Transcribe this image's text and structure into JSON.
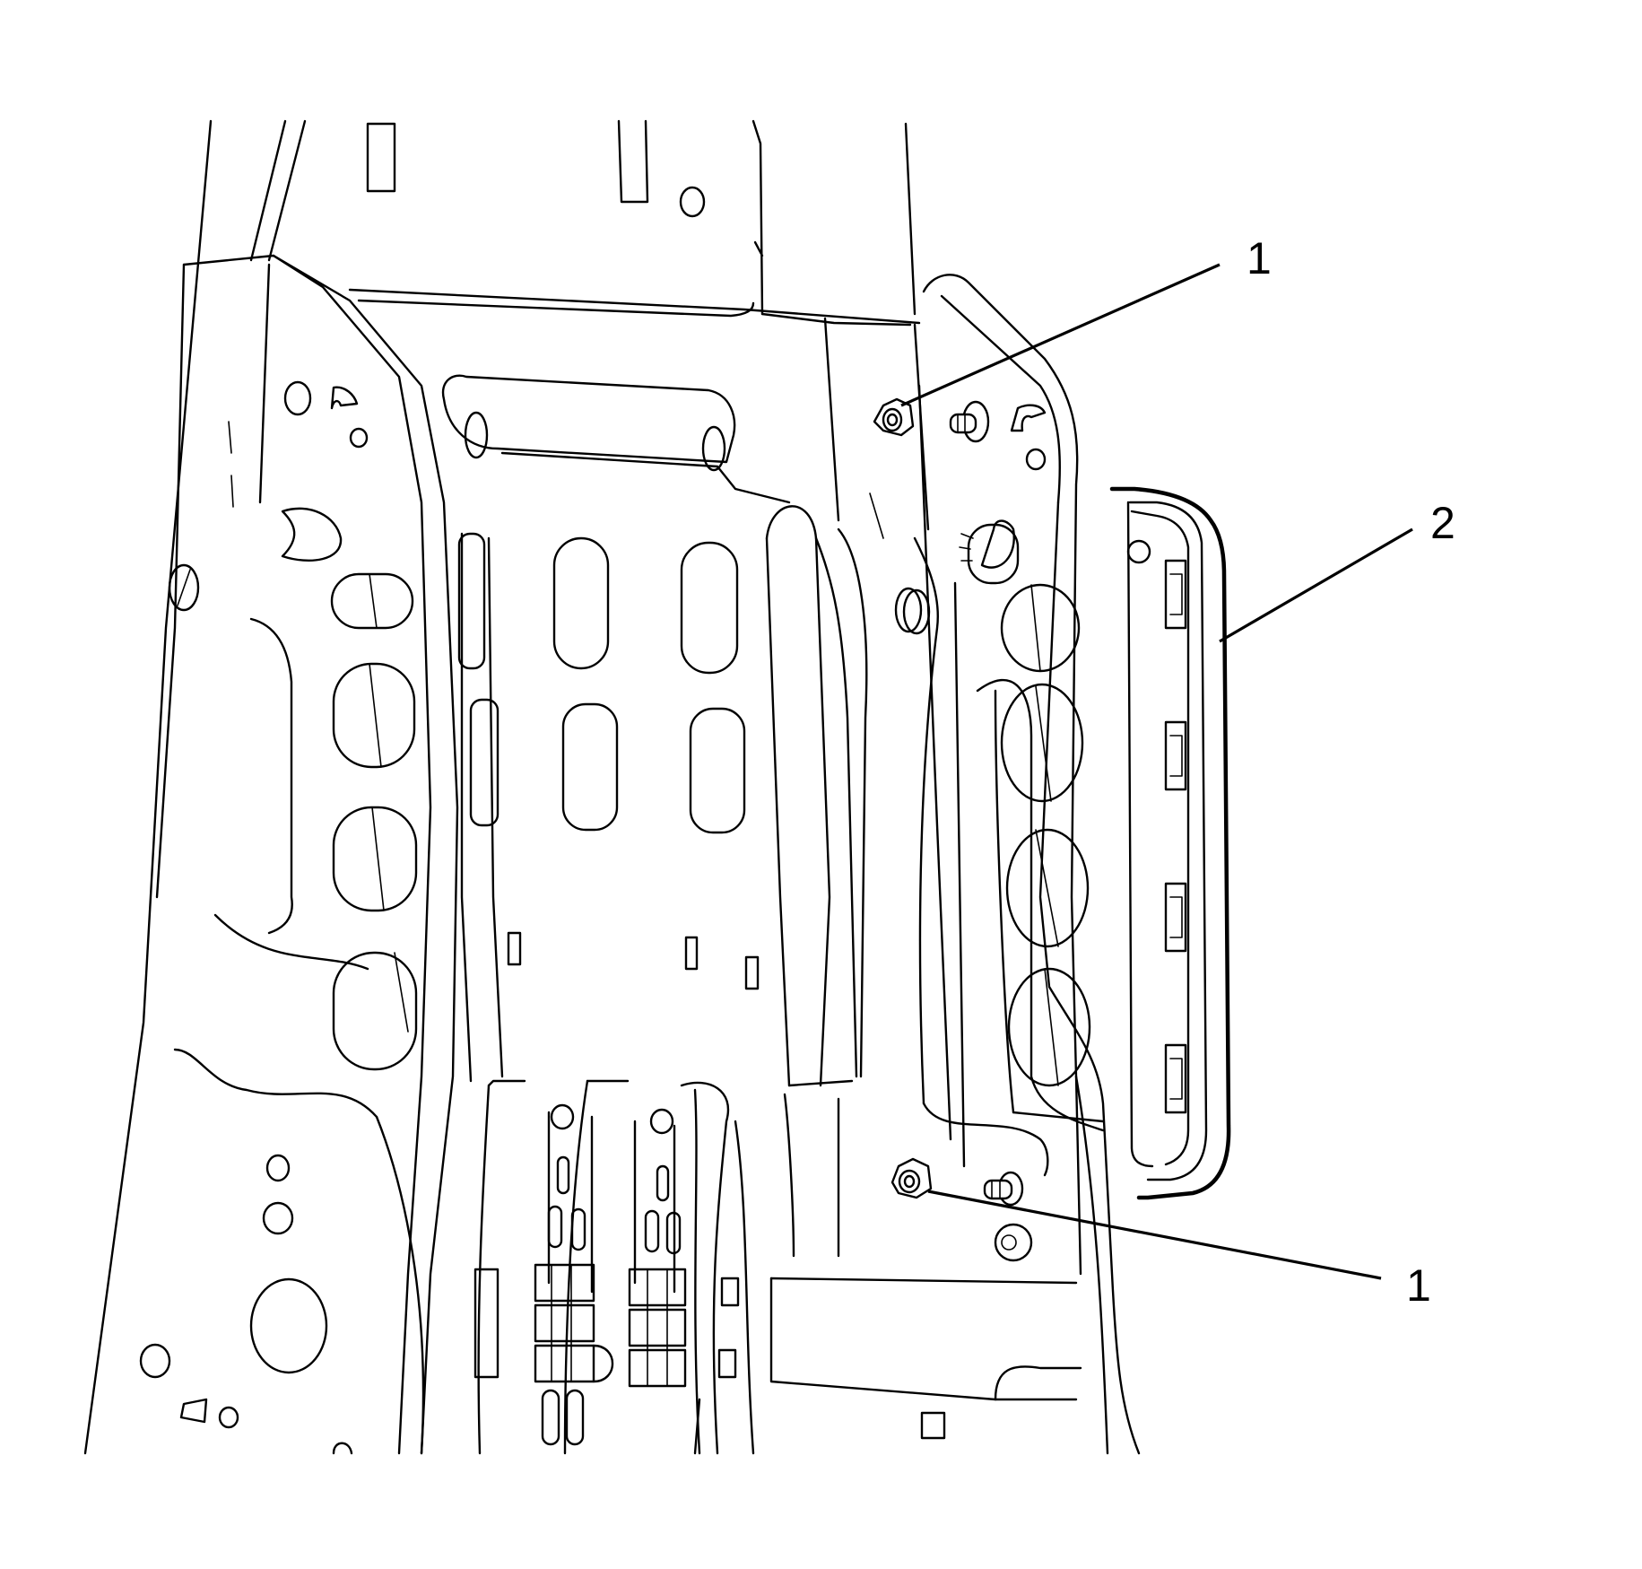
{
  "callouts": [
    {
      "id": "nut-upper",
      "label": "1"
    },
    {
      "id": "trim-panel",
      "label": "2"
    },
    {
      "id": "nut-lower",
      "label": "1"
    }
  ]
}
